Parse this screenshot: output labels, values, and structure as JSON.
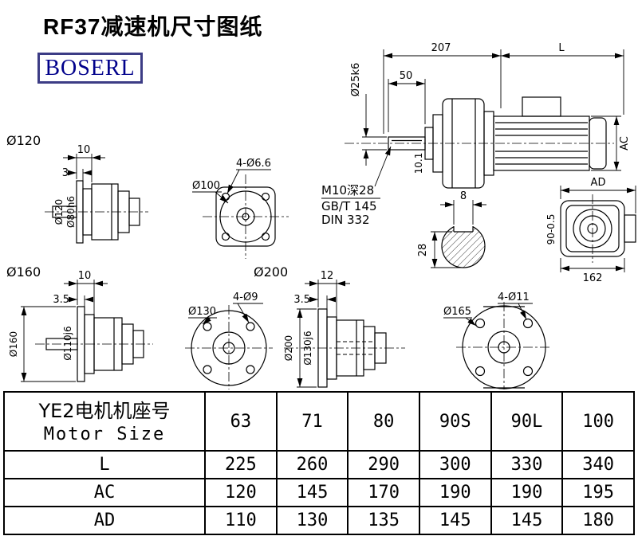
{
  "page": {
    "title": "RF37减速机尺寸图纸",
    "logo_text": "BOSERL"
  },
  "colors": {
    "ink": "#000000",
    "logo_text": "#00008B",
    "logo_border": "#3C3C85",
    "background": "#FFFFFF"
  },
  "views": {
    "main": {
      "dim_length_gear": "207",
      "dim_length_motor": "L",
      "dim_shaft_len": "50",
      "shaft_dia": "Ø25k6",
      "dim_shoulder": "10.1",
      "dim_height": "AC",
      "tap_note": "M10深28",
      "std_note_1": "GB/T 145",
      "std_note_2": "DIN 332"
    },
    "key_section": {
      "key_width": "8",
      "key_height": "28"
    },
    "rear": {
      "dim_AD": "AD",
      "dim_height": "90-0.5",
      "dim_base": "162"
    },
    "flange120": {
      "section_label": "Ø120",
      "dim_width": "10",
      "dim_step": "3",
      "dia_flange": "Ø120",
      "dia_spigot": "Ø80h6"
    },
    "square_flange100": {
      "holes_note": "4-Ø6.6",
      "dia_note": "Ø100"
    },
    "flange160": {
      "section_label": "Ø160",
      "dim_width": "10",
      "dim_step": "3.5",
      "dia_flange": "Ø160",
      "dia_spigot": "Ø110j6"
    },
    "round_flange130": {
      "holes_note": "4-Ø9",
      "dia_note": "Ø130"
    },
    "flange200": {
      "section_label": "Ø200",
      "dim_width": "12",
      "dim_step": "3.5",
      "dia_flange": "Ø200",
      "dia_spigot": "Ø130j6"
    },
    "round_flange165": {
      "holes_note": "4-Ø11",
      "dia_note": "Ø165"
    }
  },
  "table": {
    "header": {
      "title_cn": "YE2电机机座号",
      "title_en": "Motor Size"
    },
    "motor_sizes": [
      "63",
      "71",
      "80",
      "90S",
      "90L",
      "100"
    ],
    "rows": [
      {
        "label": "L",
        "values": [
          "225",
          "260",
          "290",
          "300",
          "330",
          "340"
        ]
      },
      {
        "label": "AC",
        "values": [
          "120",
          "145",
          "170",
          "190",
          "190",
          "195"
        ]
      },
      {
        "label": "AD",
        "values": [
          "110",
          "130",
          "135",
          "145",
          "145",
          "180"
        ]
      }
    ]
  }
}
